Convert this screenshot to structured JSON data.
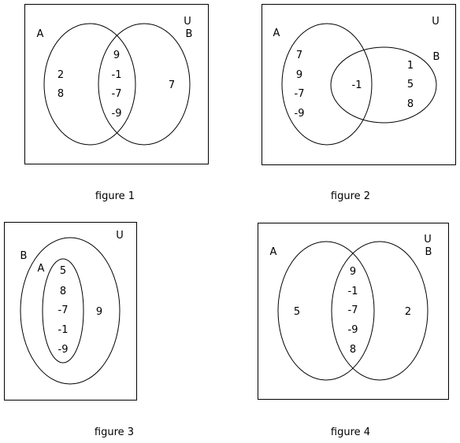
{
  "figures": [
    {
      "caption": "figure 1",
      "universe_label": "U",
      "set_a_label": "A",
      "set_b_label": "B",
      "only_a": [
        "2",
        "8"
      ],
      "intersection": [
        "9",
        "-1",
        "-7",
        "-9"
      ],
      "only_b": [
        "7"
      ]
    },
    {
      "caption": "figure 2",
      "universe_label": "U",
      "set_a_label": "A",
      "set_b_label": "B",
      "only_a": [
        "7",
        "9",
        "-7",
        "-9"
      ],
      "intersection": [
        "-1"
      ],
      "only_b": [
        "1",
        "5",
        "8"
      ]
    },
    {
      "caption": "figure 3",
      "universe_label": "U",
      "set_b_label": "B",
      "set_a_label": "A",
      "inside_a": [
        "5",
        "8",
        "-7",
        "-1",
        "-9"
      ],
      "b_only": [
        "9"
      ]
    },
    {
      "caption": "figure 4",
      "universe_label": "U",
      "set_a_label": "A",
      "set_b_label": "B",
      "only_a": [
        "5"
      ],
      "intersection": [
        "9",
        "-1",
        "-7",
        "-9",
        "8"
      ],
      "only_b": [
        "2"
      ]
    }
  ]
}
